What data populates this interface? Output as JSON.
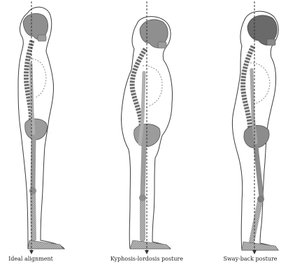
{
  "panels": [
    {
      "caption": "Ideal alignment"
    },
    {
      "caption": "Kyphosis-lordosis posture"
    },
    {
      "caption": "Sway-back posture"
    }
  ],
  "colors": {
    "outline": "#3a3a3a",
    "bone": "#9c9c9c",
    "bone_dark": "#6e6e6e",
    "plumb_line": "#333333"
  }
}
